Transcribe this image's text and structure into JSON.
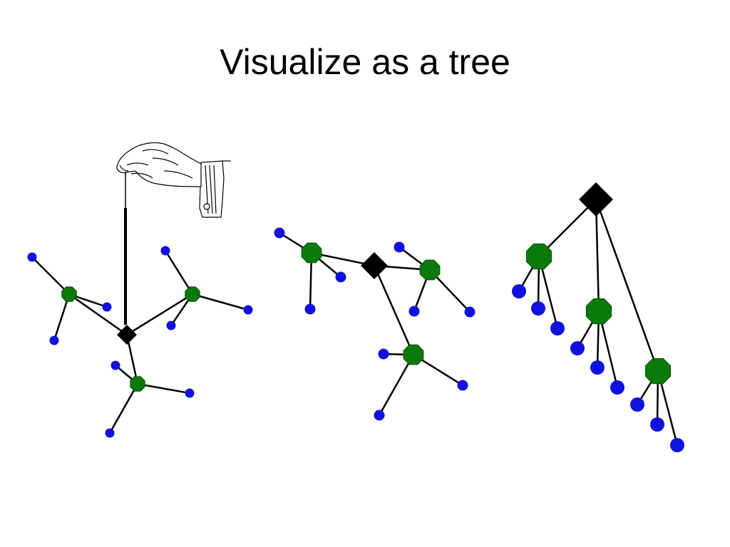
{
  "slide": {
    "title": "Visualize as a tree"
  },
  "colors": {
    "root": "#000000",
    "internal": "#0a7a0a",
    "internal_stroke": "#0a520a",
    "leaf": "#1111dd",
    "edge": "#000000"
  },
  "icons": {
    "hand": "hand-holding-string-icon"
  },
  "diagrams": [
    {
      "name": "graph-held-by-hand",
      "root": "root",
      "internal": [
        "a",
        "b",
        "c"
      ],
      "leaves": 9
    },
    {
      "name": "graph-partially-lifted",
      "root": "root",
      "internal": [
        "a",
        "b",
        "c"
      ],
      "leaves": 9
    },
    {
      "name": "graph-as-tree",
      "root": "root",
      "internal": [
        "a",
        "b",
        "c"
      ],
      "leaves": 9
    }
  ]
}
